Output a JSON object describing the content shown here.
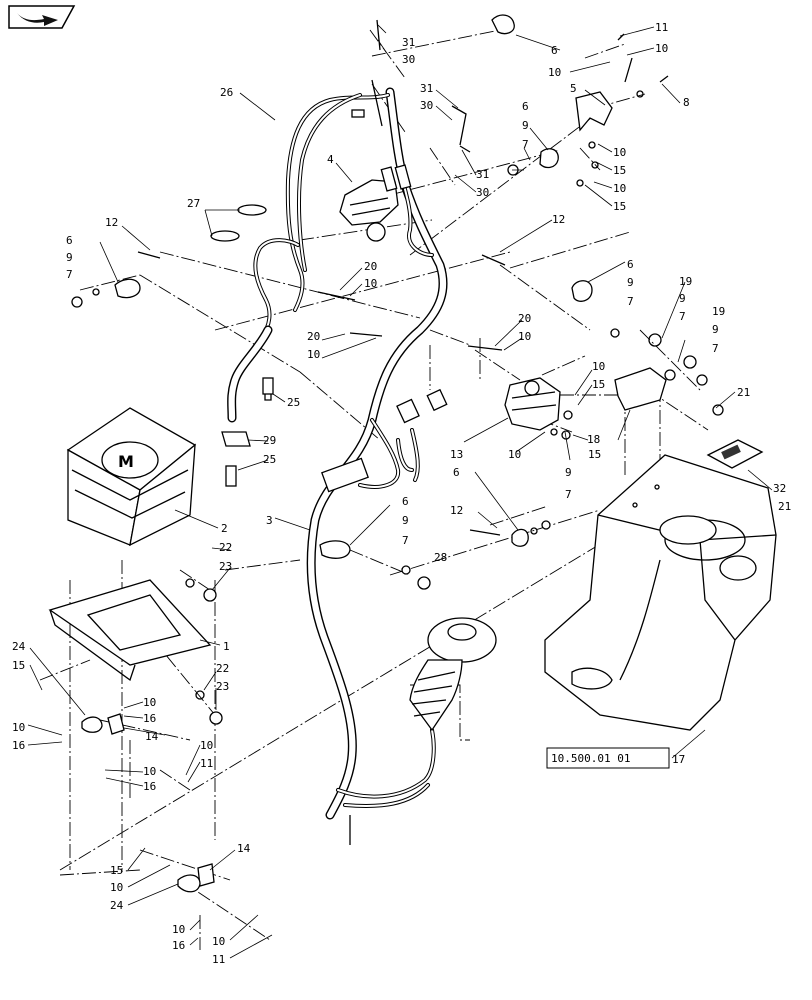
{
  "nav_icon": {
    "name": "forward-arrow-icon"
  },
  "reference": {
    "text": "10.500.01 01"
  },
  "callouts": {
    "c31a": "31",
    "c30a": "30",
    "c11a": "11",
    "c10a": "10",
    "c10b": "10",
    "c6a": "6",
    "c26": "26",
    "c31b": "31",
    "c30b": "30",
    "c5": "5",
    "c8": "8",
    "c6b": "6",
    "c9a": "9",
    "c7a": "7",
    "c10c": "10",
    "c15a": "15",
    "c10d": "10",
    "c15b": "15",
    "c4": "4",
    "c31c": "31",
    "c30c": "30",
    "c27": "27",
    "c12a": "12",
    "c6c": "6",
    "c9b": "9",
    "c7b": "7",
    "c12b": "12",
    "c20a": "20",
    "c10e": "10",
    "c6d": "6",
    "c9c": "9",
    "c7c": "7",
    "c19a": "19",
    "c9d": "9",
    "c7d": "7",
    "c19b": "19",
    "c9e": "9",
    "c7e": "7",
    "c20b": "20",
    "c10f": "10",
    "c20c": "20",
    "c10g": "10",
    "c10h": "10",
    "c15c": "15",
    "c21a": "21",
    "c25a": "25",
    "c29": "29",
    "c25b": "25",
    "c13": "13",
    "c18": "18",
    "c10i": "10",
    "c9f": "9",
    "c15d": "15",
    "c32": "32",
    "c6e": "6",
    "c7f": "7",
    "c12c": "12",
    "c6f": "6",
    "c9g": "9",
    "c7g": "7",
    "c28": "28",
    "c3": "3",
    "c2": "2",
    "c21b": "21",
    "c22a": "22",
    "c23a": "23",
    "c1": "1",
    "c24a": "24",
    "c22b": "22",
    "c23b": "23",
    "c15e": "15",
    "c10j": "10",
    "c16a": "16",
    "c10k": "10",
    "c16b": "16",
    "c14a": "14",
    "c10l": "10",
    "c11b": "11",
    "c10m": "10",
    "c16c": "16",
    "c17": "17",
    "c14b": "14",
    "c15f": "15",
    "c10n": "10",
    "c24b": "24",
    "c10o": "10",
    "c16d": "16",
    "c10p": "10",
    "c11c": "11"
  }
}
